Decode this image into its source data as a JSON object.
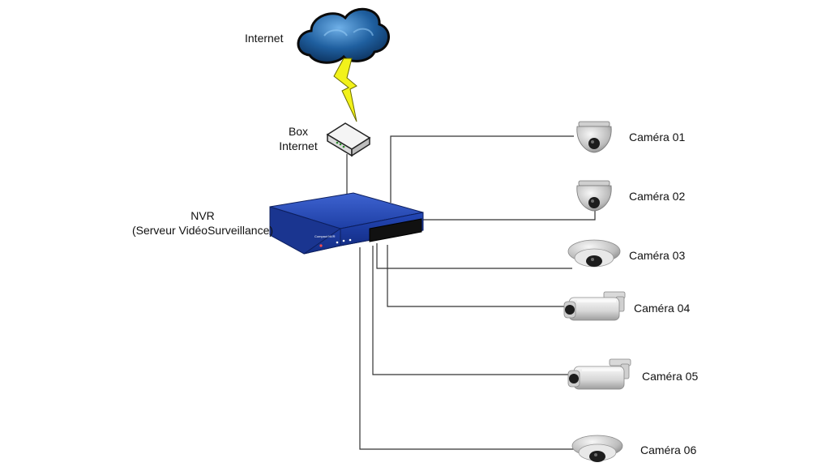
{
  "internet": {
    "label": "Internet"
  },
  "box": {
    "line1": "Box",
    "line2": "Internet"
  },
  "nvr": {
    "line1": "NVR",
    "line2": "(Serveur VidéoSurveillance)",
    "brand_text": "Compact NVR"
  },
  "cameras": [
    {
      "label": "Caméra 01",
      "type": "dome"
    },
    {
      "label": "Caméra 02",
      "type": "dome"
    },
    {
      "label": "Caméra 03",
      "type": "flat-dome"
    },
    {
      "label": "Caméra 04",
      "type": "bullet"
    },
    {
      "label": "Caméra 05",
      "type": "bullet"
    },
    {
      "label": "Caméra 06",
      "type": "flat-dome"
    }
  ],
  "colors": {
    "nvr_blue": "#1f3fa8",
    "cloud": "#1f5f9f",
    "lightning": "#f2f21a",
    "wire": "#333333"
  }
}
